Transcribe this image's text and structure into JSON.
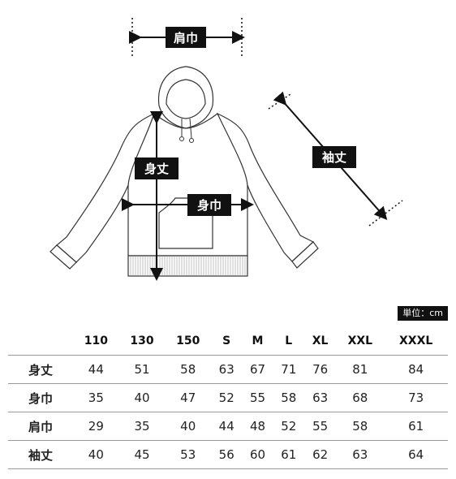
{
  "labels": {
    "shoulder": "肩巾",
    "sleeve": "袖丈",
    "length": "身丈",
    "width": "身巾"
  },
  "unit": "単位：cm",
  "table": {
    "sizes": [
      "110",
      "130",
      "150",
      "S",
      "M",
      "L",
      "XL",
      "XXL",
      "XXXL"
    ],
    "rows": [
      {
        "label": "身丈",
        "values": [
          "44",
          "51",
          "58",
          "63",
          "67",
          "71",
          "76",
          "81",
          "84"
        ]
      },
      {
        "label": "身巾",
        "values": [
          "35",
          "40",
          "47",
          "52",
          "55",
          "58",
          "63",
          "68",
          "73"
        ]
      },
      {
        "label": "肩巾",
        "values": [
          "29",
          "35",
          "40",
          "44",
          "48",
          "52",
          "55",
          "58",
          "61"
        ]
      },
      {
        "label": "袖丈",
        "values": [
          "40",
          "45",
          "53",
          "56",
          "60",
          "61",
          "62",
          "63",
          "64"
        ]
      }
    ]
  }
}
